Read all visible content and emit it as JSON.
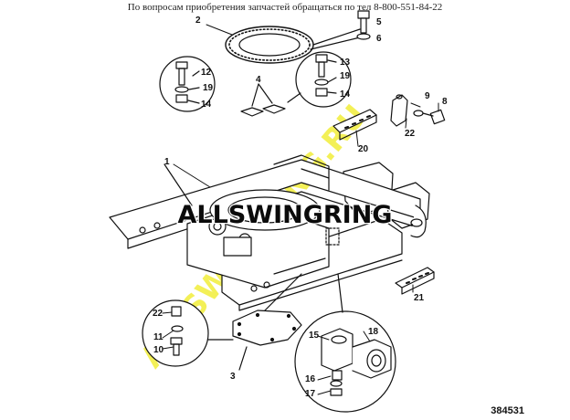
{
  "header": {
    "text": "По вопросам приобретения запчастей обращаться по тел 8-800-551-84-22"
  },
  "watermark": {
    "main_text": "ALLSWINGRING",
    "diagonal_text": "ALLSWINGRING.RU"
  },
  "figure_number": "384531",
  "callouts": {
    "c1": "1",
    "c2": "2",
    "c3": "3",
    "c4": "4",
    "c5": "5",
    "c6": "6",
    "c8": "8",
    "c9": "9",
    "c10": "10",
    "c11": "11",
    "c12": "12",
    "c13": "13",
    "c14a": "14",
    "c14b": "14",
    "c15": "15",
    "c16": "16",
    "c17": "17",
    "c18": "18",
    "c19a": "19",
    "c19b": "19",
    "c20": "20",
    "c21": "21",
    "c22a": "22",
    "c22b": "22"
  },
  "colors": {
    "line": "#111111",
    "watermark_main": "#0b0b0b",
    "watermark_diag": "#f2ee3a"
  }
}
